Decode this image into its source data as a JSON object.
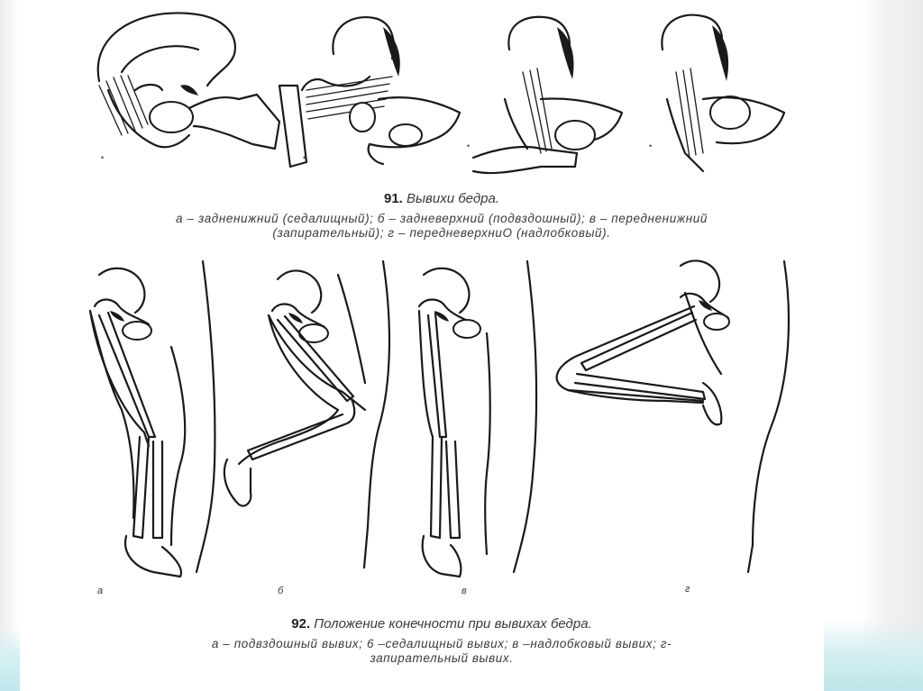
{
  "figure91": {
    "number": "91.",
    "title": "Вывихи бедра.",
    "line1": "а – задненижний (седалищный); б – задневерхний (подвздошный); в – передненижний",
    "line2": "(запирательный); г – передневерхниО (надлобковый)."
  },
  "figure92": {
    "number": "92.",
    "title": "Положение конечности при вывихах бедра.",
    "line1": "а – подвздошный вывих; 6 –седалищный вывих; в –надлобковый вывих; г-",
    "line2": "запирательный вывих."
  },
  "panel_letters_bottom": [
    "а",
    "б",
    "в",
    "г"
  ],
  "colors": {
    "ink": "#1a1a1a",
    "teal_accent": "#bfe6ea"
  }
}
